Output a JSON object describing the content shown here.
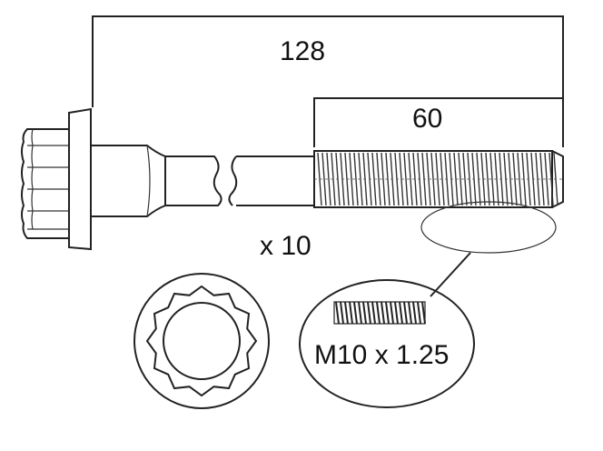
{
  "dimensions": {
    "overall_length": "128",
    "thread_length": "60"
  },
  "quantity_label": "x 10",
  "thread_spec": "M10 x 1.25",
  "colors": {
    "line": "#222222",
    "background": "#ffffff"
  }
}
